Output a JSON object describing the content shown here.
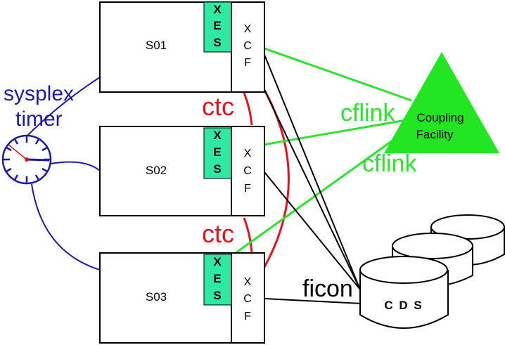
{
  "systems": [
    {
      "name": "S01",
      "xes": [
        "X",
        "E",
        "S"
      ],
      "xcf": [
        "X",
        "C",
        "F"
      ]
    },
    {
      "name": "S02",
      "xes": [
        "X",
        "E",
        "S"
      ],
      "xcf": [
        "X",
        "C",
        "F"
      ]
    },
    {
      "name": "S03",
      "xes": [
        "X",
        "E",
        "S"
      ],
      "xcf": [
        "X",
        "C",
        "F"
      ]
    }
  ],
  "timer": {
    "line1": "sysplex",
    "line2": "timer"
  },
  "ctc_labels": [
    "ctc",
    "ctc"
  ],
  "cflink_labels": [
    "cflink",
    "cflink"
  ],
  "coupling_facility": {
    "line1": "Coupling",
    "line2": "Facility"
  },
  "ficon_label": "ficon",
  "cds_label": "C D S",
  "colors": {
    "xes_fill": "#2ee8a4",
    "timer_blue": "#1a1aa6",
    "ctc_red": "#e0141a",
    "cflink_green": "#2ee32e",
    "cf_fill": "#22e622"
  }
}
